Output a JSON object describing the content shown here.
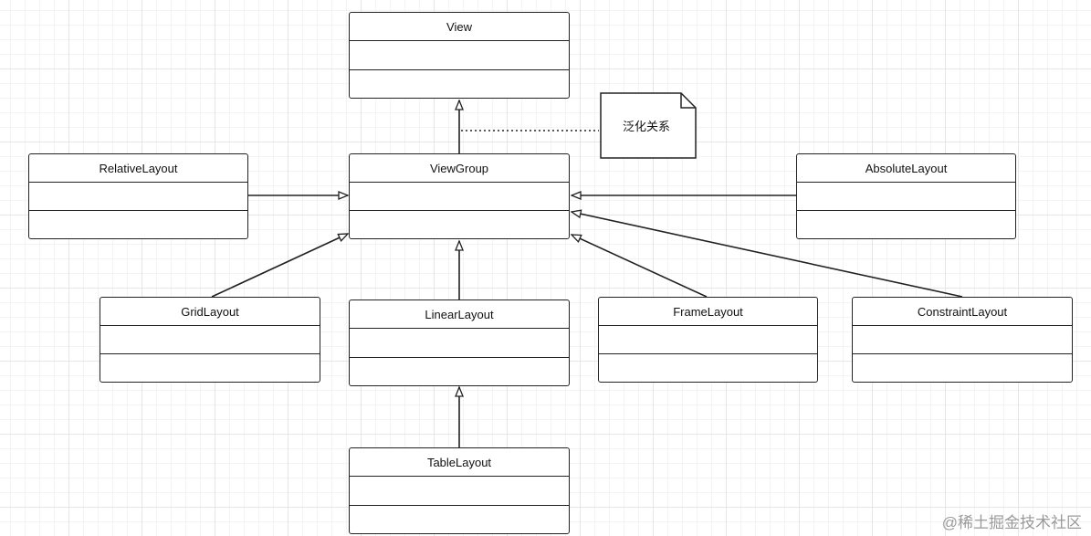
{
  "classes": {
    "view": "View",
    "view_group": "ViewGroup",
    "relative_layout": "RelativeLayout",
    "absolute_layout": "AbsoluteLayout",
    "grid_layout": "GridLayout",
    "linear_layout": "LinearLayout",
    "frame_layout": "FrameLayout",
    "constraint_layout": "ConstraintLayout",
    "table_layout": "TableLayout"
  },
  "note": {
    "text": "泛化关系"
  },
  "watermark": "@稀土掘金技术社区",
  "colors": {
    "line": "#222222",
    "grid": "#e6e6e6"
  }
}
